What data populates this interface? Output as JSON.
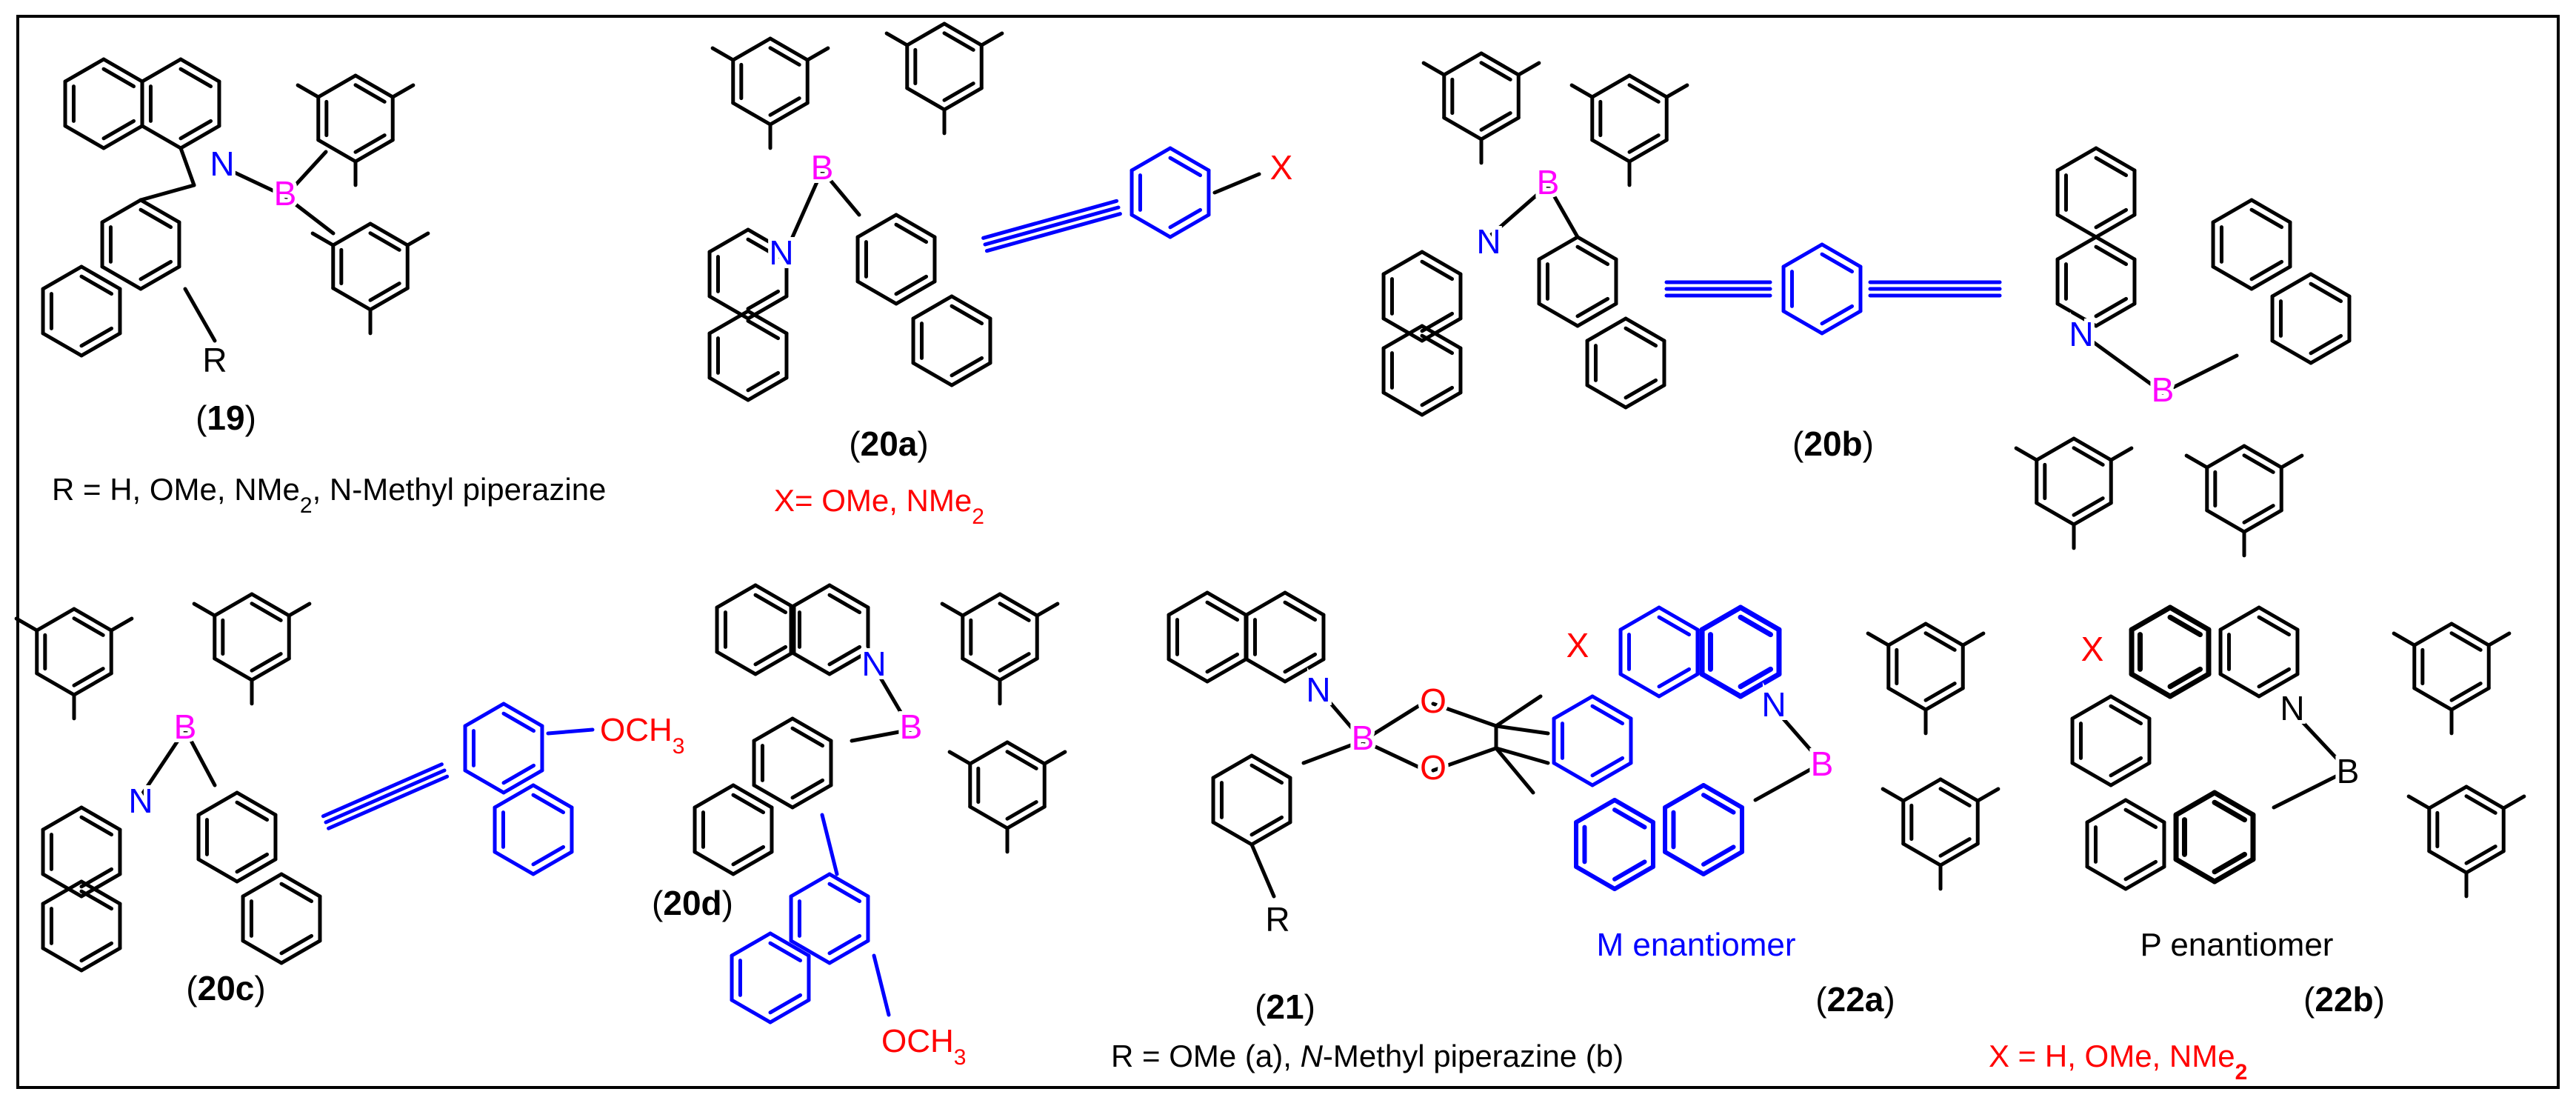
{
  "colors": {
    "bond": "#000000",
    "boron": "#ff00ff",
    "nitrogen": "#0000ff",
    "oxygen": "#ff0000",
    "highlight": "#0000ff",
    "substituent_text": "#ff0000"
  },
  "atoms": {
    "B": "B",
    "N": "N",
    "O": "O",
    "X": "X",
    "R": "R",
    "OCH3": "OCH",
    "sub3": "3"
  },
  "compounds": {
    "c19": {
      "label": "19",
      "desc": "R = H, OMe, NMe",
      "desc_sub": "2",
      "desc_tail": ", N-Methyl piperazine"
    },
    "c20a": {
      "label": "20a",
      "desc": "X= OMe, NMe",
      "desc_sub": "2"
    },
    "c20b": {
      "label": "20b"
    },
    "c20c": {
      "label": "20c"
    },
    "c20d": {
      "label": "20d"
    },
    "c21": {
      "label": "21",
      "desc_a": "R = OMe (a), ",
      "desc_b": "N",
      "desc_c": "-Methyl piperazine (b)"
    },
    "c22a": {
      "label": "22a",
      "note": "M enantiomer"
    },
    "c22b": {
      "label": "22b",
      "note": "P enantiomer",
      "desc": "X = H, OMe, NMe",
      "desc_sub": "2"
    }
  }
}
